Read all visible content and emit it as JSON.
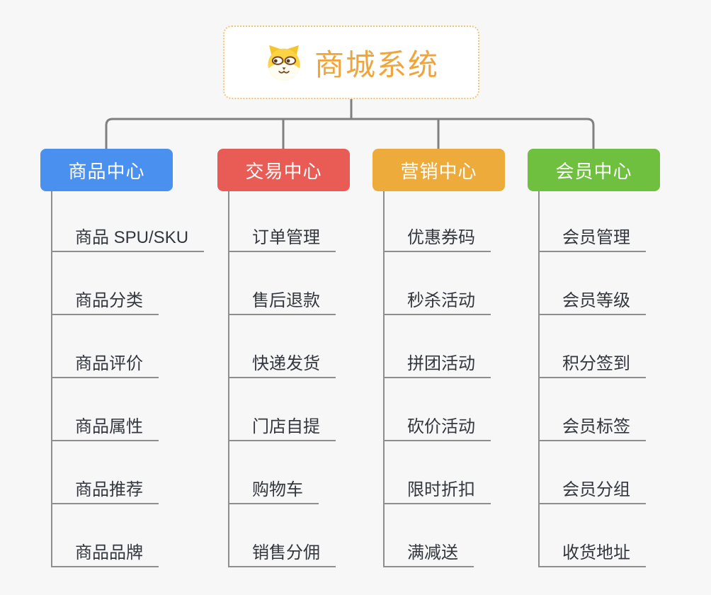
{
  "canvas": {
    "background_color": "#f7f7f7",
    "connector_color": "#808080",
    "underline_color": "#8e8e8e"
  },
  "root": {
    "title": "商城系统",
    "icon": "dog-face-icon",
    "title_color": "#f0a53c",
    "border_color": "#f3c373"
  },
  "branches": [
    {
      "label": "商品中心",
      "color": "#4a90ee",
      "items": [
        "商品 SPU/SKU",
        "商品分类",
        "商品评价",
        "商品属性",
        "商品推荐",
        "商品品牌"
      ]
    },
    {
      "label": "交易中心",
      "color": "#e95c56",
      "items": [
        "订单管理",
        "售后退款",
        "快递发货",
        "门店自提",
        "购物车",
        "销售分佣"
      ]
    },
    {
      "label": "营销中心",
      "color": "#edab3b",
      "items": [
        "优惠券码",
        "秒杀活动",
        "拼团活动",
        "砍价活动",
        "限时折扣",
        "满减送"
      ]
    },
    {
      "label": "会员中心",
      "color": "#70c040",
      "items": [
        "会员管理",
        "会员等级",
        "积分签到",
        "会员标签",
        "会员分组",
        "收货地址"
      ]
    }
  ]
}
